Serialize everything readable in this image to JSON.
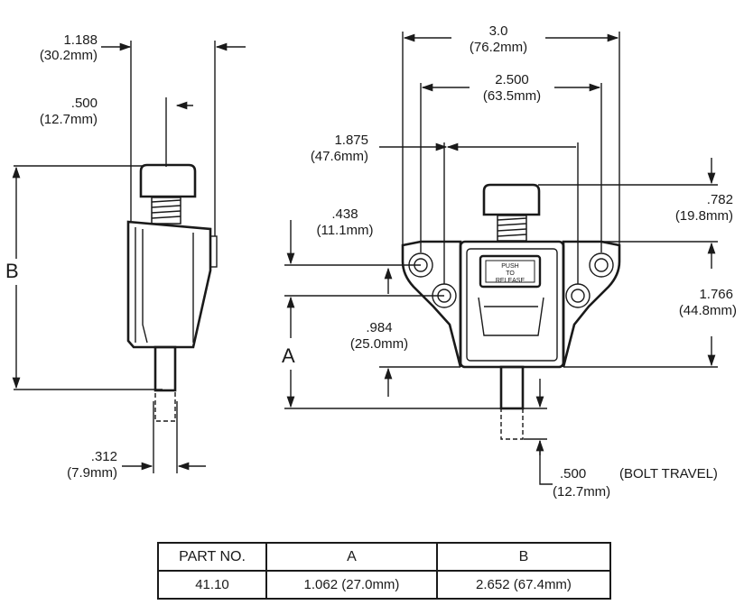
{
  "dims": {
    "side_top_outer": {
      "in": "1.188",
      "mm": "(30.2mm)"
    },
    "side_top_inner": {
      "in": ".500",
      "mm": "(12.7mm)"
    },
    "side_height_label": "B",
    "side_bolt": {
      "in": ".312",
      "mm": "(7.9mm)"
    },
    "front_overall": {
      "in": "3.0",
      "mm": "(76.2mm)"
    },
    "front_holes_outer": {
      "in": "2.500",
      "mm": "(63.5mm)"
    },
    "front_holes_inner": {
      "in": "1.875",
      "mm": "(47.6mm)"
    },
    "front_button": {
      "in": ".782",
      "mm": "(19.8mm)"
    },
    "front_hole_offset": {
      "in": ".438",
      "mm": "(11.1mm)"
    },
    "front_body_height": {
      "in": "1.766",
      "mm": "(44.8mm)"
    },
    "front_lower": {
      "in": ".984",
      "mm": "(25.0mm)"
    },
    "front_height_label": "A",
    "bolt_travel": {
      "in": ".500",
      "mm": "(12.7mm)",
      "note": "(BOLT TRAVEL)"
    }
  },
  "button_text": [
    "PUSH",
    "TO",
    "RELEASE"
  ],
  "table": {
    "headers": [
      "PART NO.",
      "A",
      "B"
    ],
    "rows": [
      [
        "41.10",
        "1.062 (27.0mm)",
        "2.652 (67.4mm)"
      ]
    ]
  }
}
